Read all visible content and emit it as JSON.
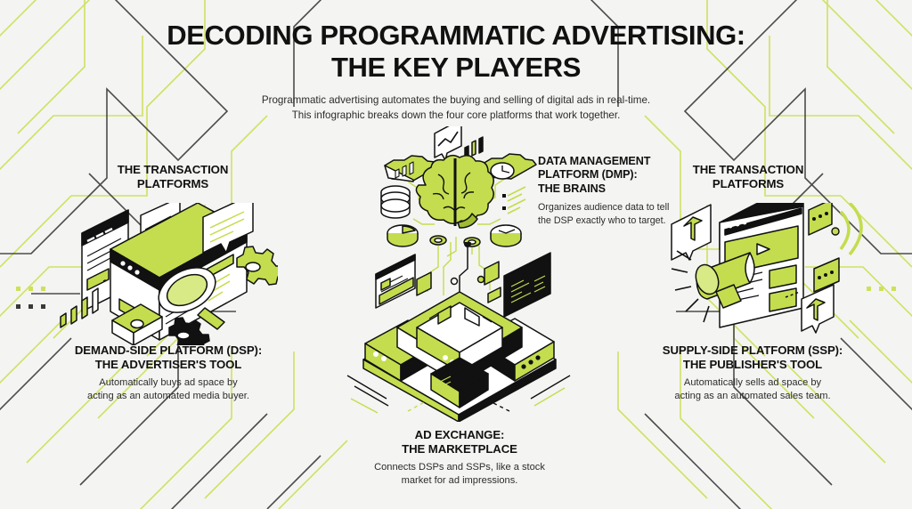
{
  "theme": {
    "background": "#f4f4f2",
    "accent_green": "#c3dd4e",
    "accent_green_light": "#d8ea86",
    "ink": "#111111",
    "deco_line_green": "#cfe05a",
    "deco_line_dark": "#3a3a3a"
  },
  "header": {
    "title_line1": "DECODING PROGRAMMATIC ADVERTISING:",
    "title_line2": "THE KEY PLAYERS",
    "subtitle_line1": "Programmatic advertising automates the buying and selling of digital ads in real-time.",
    "subtitle_line2": "This infographic breaks down the four core platforms that work together."
  },
  "section_headers": {
    "left": {
      "line1": "THE TRANSACTION",
      "line2": "PLATFORMS"
    },
    "right": {
      "line1": "THE TRANSACTION",
      "line2": "PLATFORMS"
    }
  },
  "players": {
    "dsp": {
      "heading_line1": "DEMAND-SIDE PLATFORM (DSP):",
      "heading_line2": "THE ADVERTISER'S TOOL",
      "body_line1": "Automatically buys ad space by",
      "body_line2": "acting as an automated media buyer.",
      "illustration": "browser-windows-magnifier-gears-illustration"
    },
    "dmp": {
      "heading_line1": "DATA MANAGEMENT",
      "heading_line2": "PLATFORM (DMP):",
      "heading_line3": "THE BRAINS",
      "body_line1": "Organizes audience data to tell",
      "body_line2": "the DSP exactly who to target.",
      "illustration": "brain-data-cloud-illustration"
    },
    "ssp": {
      "heading_line1": "SUPPLY-SIDE PLATFORM (SSP):",
      "heading_line2": "THE PUBLISHER'S TOOL",
      "body_line1": "Automatically sells ad space by",
      "body_line2": "acting as an automated sales team.",
      "illustration": "megaphone-browser-upload-illustration"
    },
    "exchange": {
      "heading_line1": "AD EXCHANGE:",
      "heading_line2": "THE MARKETPLACE",
      "body_line1": "Connects DSPs and SSPs, like a stock",
      "body_line2": "market for ad impressions.",
      "illustration": "isometric-server-datacenter-illustration"
    }
  }
}
